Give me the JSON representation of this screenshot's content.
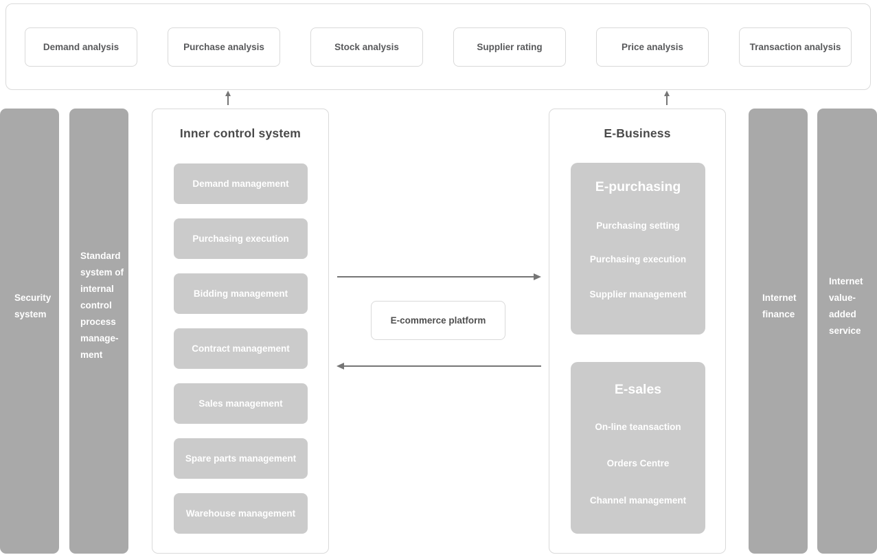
{
  "colors": {
    "bar_gray": "#a9a9a9",
    "box_gray": "#cbcbcb",
    "border_gray": "#d9d9d9",
    "dark_text": "#4a4a4a",
    "light_text": "#ffffff",
    "arrow_gray": "#757575"
  },
  "top_panel": {
    "items": [
      "Demand analysis",
      "Purchase analysis",
      "Stock analysis",
      "Supplier rating",
      "Price analysis",
      "Transaction analysis"
    ]
  },
  "left_bars": [
    {
      "label": "Security\nsystem"
    },
    {
      "label": "Standard\nsystem of\ninternal\ncontrol\nprocess\nmanage-\nment"
    }
  ],
  "inner_control": {
    "title": "Inner control system",
    "items": [
      "Demand management",
      "Purchasing execution",
      "Bidding management",
      "Contract management",
      "Sales management",
      "Spare parts management",
      "Warehouse management"
    ]
  },
  "center": {
    "platform_label": "E-commerce platform"
  },
  "e_business": {
    "title": "E-Business",
    "groups": [
      {
        "title": "E-purchasing",
        "items": [
          "Purchasing setting",
          "Purchasing execution",
          "Supplier management"
        ]
      },
      {
        "title": "E-sales",
        "items": [
          "On-line teansaction",
          "Orders Centre",
          "Channel management"
        ]
      }
    ]
  },
  "right_bars": [
    {
      "label": "Internet\nfinance"
    },
    {
      "label": "Internet\nvalue-\nadded\nservice"
    }
  ]
}
